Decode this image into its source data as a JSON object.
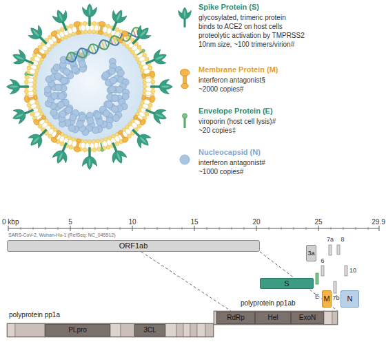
{
  "diagram": {
    "nodes": [
      {
        "text": [
          "ORF1ab"
        ]
      },
      {
        "text": [
          "3a"
        ]
      },
      {
        "text": [
          "S"
        ]
      },
      {
        "text": [
          "M"
        ]
      },
      {
        "text": [
          "N"
        ]
      },
      {
        "text": [
          "polyprotein pp1a"
        ]
      },
      {
        "text": [
          "PLpro"
        ],
        "in": 5
      },
      {
        "text": [
          "3CL"
        ],
        "in": 5
      },
      {
        "text": [
          "polyprotein pp1ab"
        ]
      },
      {
        "text": [
          "RdRp"
        ],
        "in": 8
      },
      {
        "text": [
          "Hel"
        ],
        "in": 8
      },
      {
        "text": [
          "ExoN"
        ],
        "in": 8
      }
    ],
    "labels": [
      "glycosylated, trimeric protein",
      "binds to ACE2 on host cells",
      "proteolytic activation by TMPRSS2",
      "10nm size, ~100 trimers/virion#",
      "interferon antagonist§",
      "~2000 copies#",
      "viroporin (host cell lysis)#",
      "~20 copies‡",
      "interferon antagonist#",
      "~1000 copies#",
      "0 kbp",
      "5",
      "10",
      "15",
      "20",
      "25",
      "29.9",
      "SARS-CoV-2, Wuhan-Hu-1 (RefSeq: NC_045512)",
      "7a",
      "8",
      "6",
      "10",
      "E",
      "7b"
    ],
    "legend": [
      {
        "text": "Spike Protein (S)"
      },
      {
        "text": "Membrane Protein (M)"
      },
      {
        "text": "Envelope Protein (E)"
      },
      {
        "text": "Nucleocapsid (N)"
      }
    ]
  }
}
